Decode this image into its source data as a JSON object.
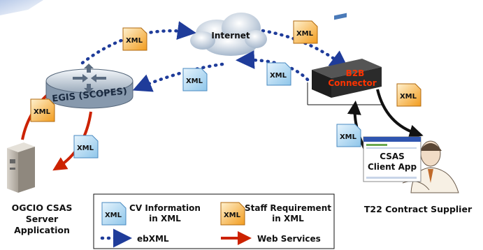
{
  "nodes": {
    "internet": "Internet",
    "egis": "EGIS (SCOPES)",
    "b2b_line1": "B2B",
    "b2b_line2": "Connector",
    "client_line1": "CSAS",
    "client_line2": "Client App",
    "server_label": [
      "OGCIO CSAS",
      "Server",
      "Application"
    ],
    "supplier_label": "T22 Contract Supplier"
  },
  "doc_tag": "XML",
  "legend": {
    "cv_label": [
      "CV Information",
      "in XML"
    ],
    "staff_label": [
      "Staff Requirement",
      "in XML"
    ],
    "ebxml_label": "ebXML",
    "webservices_label": "Web Services"
  },
  "colors": {
    "blue_doc": "#bfe0f5",
    "orange_doc": "#f7b84a",
    "ebxml": "#1f3c9a",
    "web_services": "#cc2200",
    "b2b_text": "#ff3300",
    "corner": "#c9d8ef"
  }
}
